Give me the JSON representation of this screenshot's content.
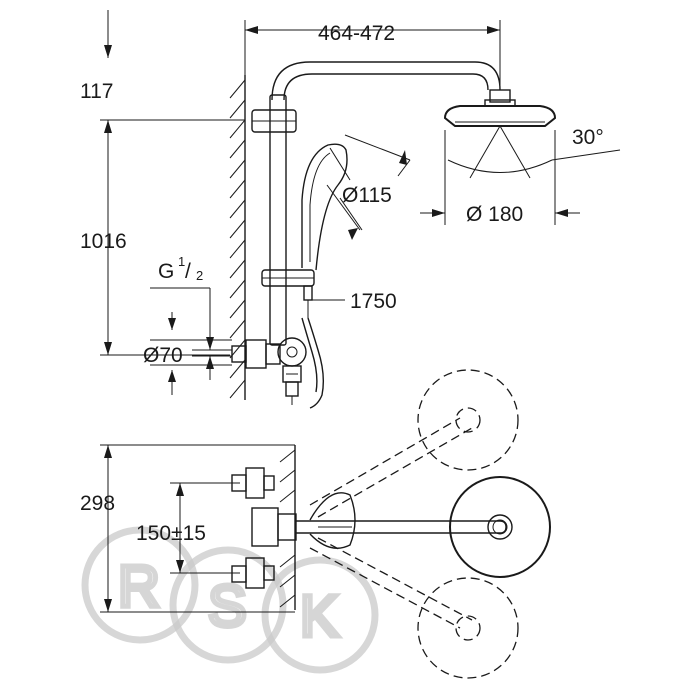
{
  "dimensions": {
    "arm_length": "464-472",
    "wall_offset": "117",
    "height": "1016",
    "thread_label": "G",
    "thread_num": "1",
    "thread_den": "2",
    "hand_shower_dia": "Ø115",
    "head_shower_dia": "Ø 180",
    "tilt_angle": "30°",
    "hose_length": "1750",
    "connection_dia": "Ø70",
    "depth": "298",
    "center_distance": "150±15"
  },
  "watermark": {
    "letters": [
      "R",
      "S",
      "K"
    ]
  },
  "colors": {
    "line": "#1a1a1a",
    "watermark": "#c9c9c9"
  }
}
